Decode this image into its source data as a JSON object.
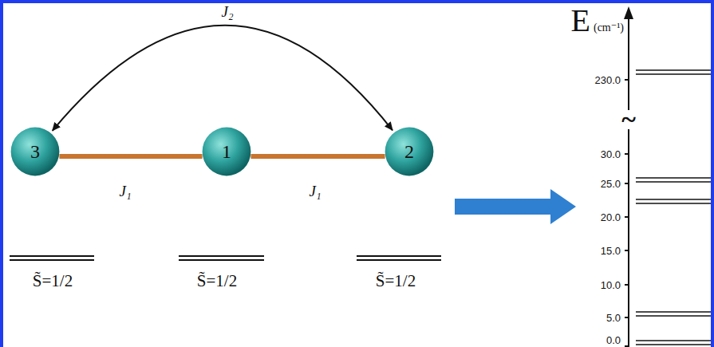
{
  "diagram": {
    "nodes": [
      {
        "text": [
          "3"
        ]
      },
      {
        "text": [
          "1"
        ]
      },
      {
        "text": [
          "2"
        ]
      }
    ],
    "edges": [
      {
        "from": 0,
        "to": 1,
        "label": "J₁",
        "arrow": "none"
      },
      {
        "from": 1,
        "to": 2,
        "label": "J₁",
        "arrow": "none"
      },
      {
        "from": 2,
        "to": 0,
        "label": "J₂",
        "arrow": "both"
      }
    ],
    "labels": [
      "E",
      "(cm⁻¹)",
      "230.0",
      "~",
      "30.0",
      "25.0",
      "20.0",
      "15.0",
      "10.0",
      "5.0",
      "0.0",
      "S̃=1/2",
      "S̃=1/2",
      "S̃=1/2"
    ]
  }
}
